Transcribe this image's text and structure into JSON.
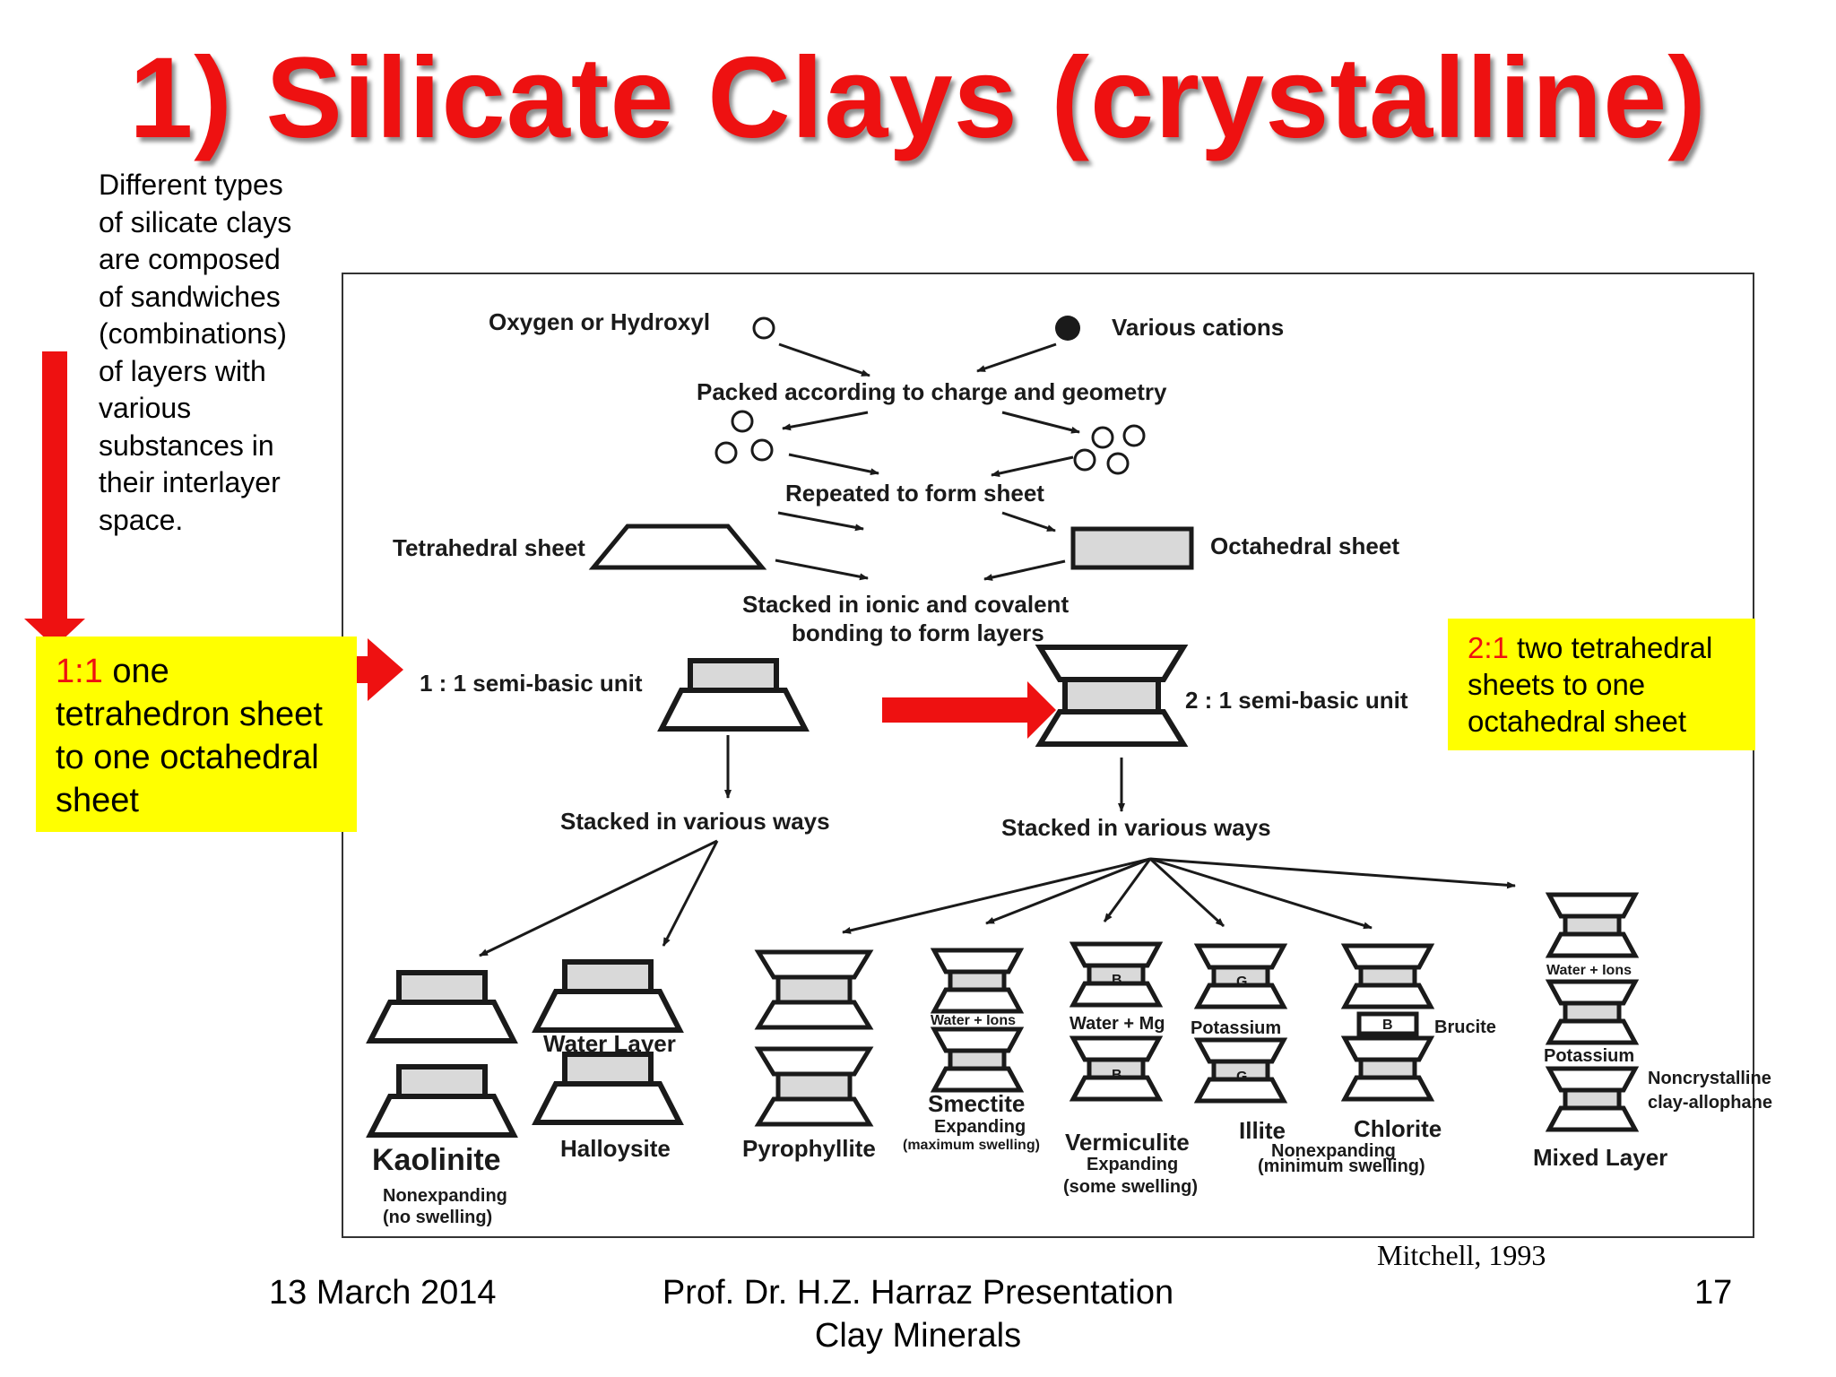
{
  "slide": {
    "title": "1) Silicate Clays (crystalline)",
    "intro_lines": [
      "Different types",
      "of silicate clays",
      "are composed",
      "of sandwiches",
      "(combinations)",
      "of layers with",
      "various",
      "substances in",
      "their interlayer",
      "space."
    ],
    "box_1_1": {
      "ratio": "1:1",
      "line1_rest": " one",
      "line2": "tetrahedron sheet",
      "line3": "to one octahedral",
      "line4": "sheet"
    },
    "box_2_1": {
      "ratio": "2:1",
      "line1_rest": " two tetrahedral",
      "line2": "sheets to one",
      "line3": "octahedral sheet"
    },
    "footer": {
      "date": "13 March 2014",
      "presenter": "Prof. Dr. H.Z. Harraz Presentation",
      "topic": "Clay Minerals",
      "page": "17"
    },
    "credit": "Mitchell, 1993",
    "colors": {
      "title": "#ee1111",
      "highlight_box": "#ffff00",
      "arrow": "#ee1111",
      "sheet_fill": "#d9d9d9"
    }
  },
  "diagram": {
    "oxygen": "Oxygen or Hydroxyl",
    "cations": "Various cations",
    "packed": "Packed according to charge and geometry",
    "repeated": "Repeated to form sheet",
    "tetra": "Tetrahedral sheet",
    "octa": "Octahedral sheet",
    "stacked1": "Stacked in ionic and covalent",
    "stacked2": "bonding to form layers",
    "unit11": "1 : 1 semi-basic unit",
    "unit21": "2 : 1 semi-basic unit",
    "various": "Stacked in various ways",
    "water_layer": "Water Layer",
    "kaolinite": "Kaolinite",
    "kao_sub1": "Nonexpanding",
    "kao_sub2": "(no swelling)",
    "halloysite": "Halloysite",
    "pyrophyllite": "Pyrophyllite",
    "water_ions": "Water + Ions",
    "smectite": "Smectite",
    "smec_sub1": "Expanding",
    "smec_sub2": "(maximum swelling)",
    "water_mg": "Water + Mg",
    "vermiculite": "Vermiculite",
    "verm_sub1": "Expanding",
    "verm_sub2": "(some swelling)",
    "potassium": "Potassium",
    "illite": "Illite",
    "chlorite": "Chlorite",
    "brucite": "Brucite",
    "ill_chl_sub1": "Nonexpanding",
    "ill_chl_sub2": "(minimum swelling)",
    "mixed": "Mixed Layer",
    "noncryst1": "Noncrystalline",
    "noncryst2": "clay-allophane",
    "b": "B",
    "g": "G"
  }
}
